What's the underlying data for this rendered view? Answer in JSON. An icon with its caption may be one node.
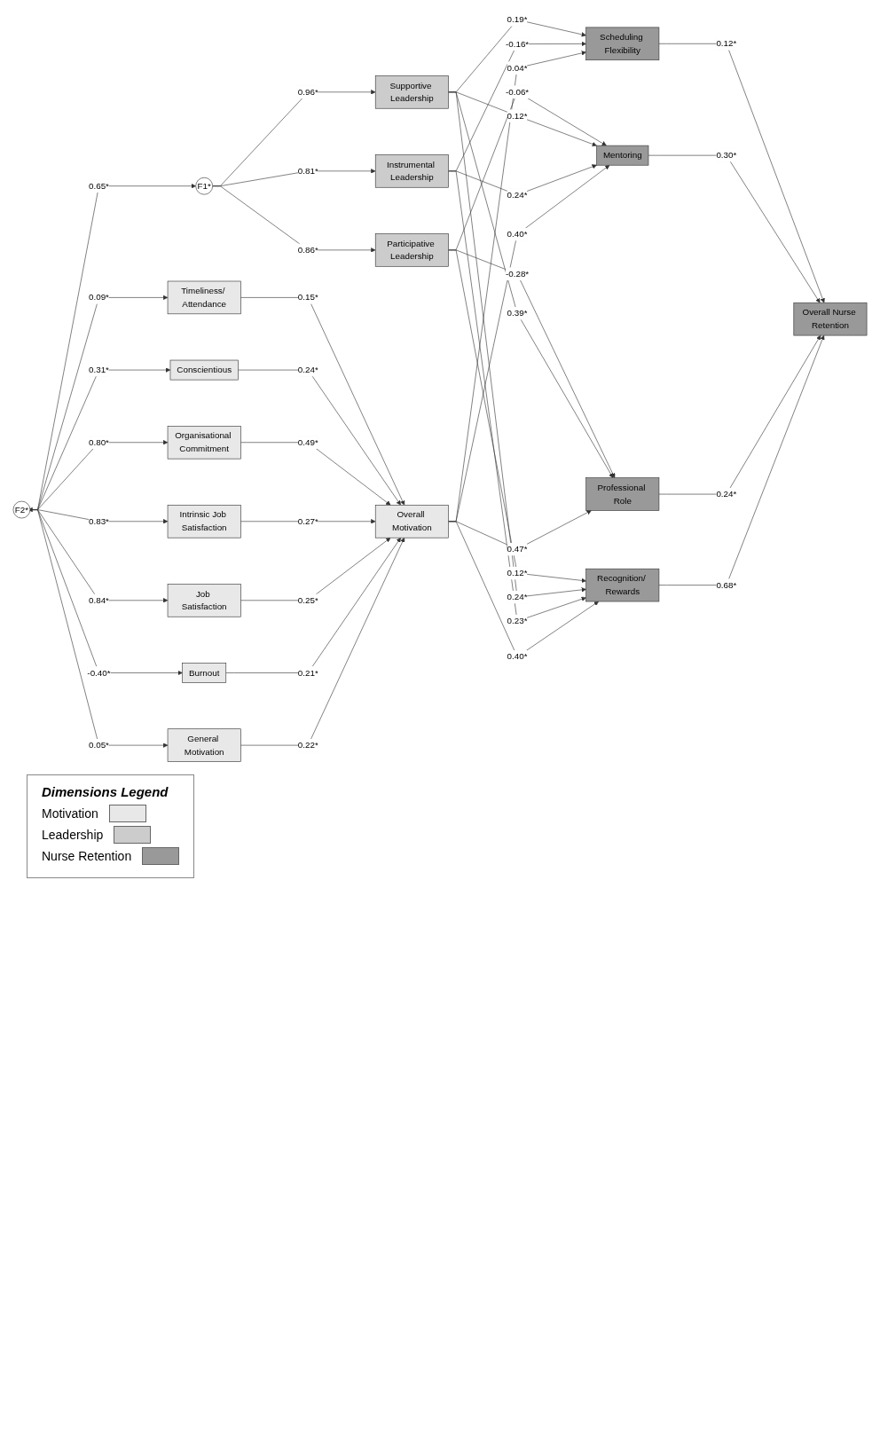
{
  "diagram": {
    "nodes": [
      {
        "text": [
          "F2*"
        ]
      },
      {
        "text": [
          "F1*"
        ]
      },
      {
        "text": [
          "Timeliness/ Attendance"
        ]
      },
      {
        "text": [
          "Conscientious"
        ]
      },
      {
        "text": [
          "Organisational Commitment"
        ]
      },
      {
        "text": [
          "Intrinsic Job Satisfaction"
        ]
      },
      {
        "text": [
          "Job Satisfaction"
        ]
      },
      {
        "text": [
          "Burnout"
        ]
      },
      {
        "text": [
          "General Motivation"
        ]
      },
      {
        "text": [
          "Participative Leadership"
        ]
      },
      {
        "text": [
          "Supportive Leadership"
        ]
      },
      {
        "text": [
          "Instrumental Leadership"
        ]
      },
      {
        "text": [
          "Overall Motivation"
        ]
      },
      {
        "text": [
          "Scheduling Flexibility"
        ]
      },
      {
        "text": [
          "Mentoring"
        ]
      },
      {
        "text": [
          "Professional Role"
        ]
      },
      {
        "text": [
          "Recognition/ Rewards"
        ]
      },
      {
        "text": [
          "Overall Nurse Retention"
        ]
      }
    ],
    "edges": [
      {
        "from": 0,
        "to": 1,
        "arrow": "both",
        "label": "0.65*"
      },
      {
        "from": 0,
        "to": 2,
        "arrow": "to",
        "label": "0.09*"
      },
      {
        "from": 0,
        "to": 3,
        "arrow": "to",
        "label": "0.31*"
      },
      {
        "from": 0,
        "to": 4,
        "arrow": "to",
        "label": "0.80*"
      },
      {
        "from": 0,
        "to": 5,
        "arrow": "to",
        "label": "0.83*"
      },
      {
        "from": 0,
        "to": 6,
        "arrow": "to",
        "label": "0.84*"
      },
      {
        "from": 0,
        "to": 7,
        "arrow": "to",
        "label": "-0.40*"
      },
      {
        "from": 0,
        "to": 8,
        "arrow": "to",
        "label": "0.05*"
      },
      {
        "from": 1,
        "to": 9,
        "arrow": "to",
        "label": "0.86*"
      },
      {
        "from": 1,
        "to": 10,
        "arrow": "to",
        "label": "0.96*"
      },
      {
        "from": 1,
        "to": 11,
        "arrow": "to",
        "label": "0.81*"
      },
      {
        "from": 2,
        "to": 12,
        "arrow": "to",
        "label": "0.15*"
      },
      {
        "from": 3,
        "to": 12,
        "arrow": "to",
        "label": "0.24*"
      },
      {
        "from": 4,
        "to": 12,
        "arrow": "to",
        "label": "0.49*"
      },
      {
        "from": 5,
        "to": 12,
        "arrow": "to",
        "label": "0.27*"
      },
      {
        "from": 6,
        "to": 12,
        "arrow": "to",
        "label": "0.25*"
      },
      {
        "from": 7,
        "to": 12,
        "arrow": "to",
        "label": "0.21*"
      },
      {
        "from": 8,
        "to": 12,
        "arrow": "to",
        "label": "0.22*"
      },
      {
        "from": 9,
        "to": 14,
        "arrow": "to",
        "label": "-0.06*"
      },
      {
        "from": 9,
        "to": 15,
        "arrow": "to",
        "label": "-0.28*"
      },
      {
        "from": 9,
        "to": 16,
        "arrow": "to",
        "label": "0.12*"
      },
      {
        "from": 10,
        "to": 13,
        "arrow": "to",
        "label": "0.19*"
      },
      {
        "from": 10,
        "to": 14,
        "arrow": "to",
        "label": "0.12*"
      },
      {
        "from": 10,
        "to": 15,
        "arrow": "to",
        "label": "0.39*"
      },
      {
        "from": 10,
        "to": 16,
        "arrow": "to",
        "label": "0.24*"
      },
      {
        "from": 11,
        "to": 13,
        "arrow": "to",
        "label": "-0.16*"
      },
      {
        "from": 11,
        "to": 14,
        "arrow": "to",
        "label": "0.24*"
      },
      {
        "from": 11,
        "to": 16,
        "arrow": "to",
        "label": "0.23*"
      },
      {
        "from": 12,
        "to": 13,
        "arrow": "to",
        "label": "0.04*"
      },
      {
        "from": 12,
        "to": 14,
        "arrow": "to",
        "label": "0.40*"
      },
      {
        "from": 12,
        "to": 15,
        "arrow": "to",
        "label": "0.47*"
      },
      {
        "from": 12,
        "to": 16,
        "arrow": "to",
        "label": "0.40*"
      },
      {
        "from": 13,
        "to": 17,
        "arrow": "to",
        "label": "0.12*"
      },
      {
        "from": 14,
        "to": 17,
        "arrow": "to",
        "label": "0.30*"
      },
      {
        "from": 15,
        "to": 17,
        "arrow": "to",
        "label": "0.24*"
      },
      {
        "from": 16,
        "to": 17,
        "arrow": "to",
        "label": "0.68*"
      }
    ],
    "labels": [
      "Dimensions Legend"
    ],
    "legend": [
      {
        "text": "Motivation",
        "color": "#e8e8e8"
      },
      {
        "text": "Leadership",
        "color": "#cccccc"
      },
      {
        "text": "Nurse Retention",
        "color": "#999999"
      }
    ]
  }
}
